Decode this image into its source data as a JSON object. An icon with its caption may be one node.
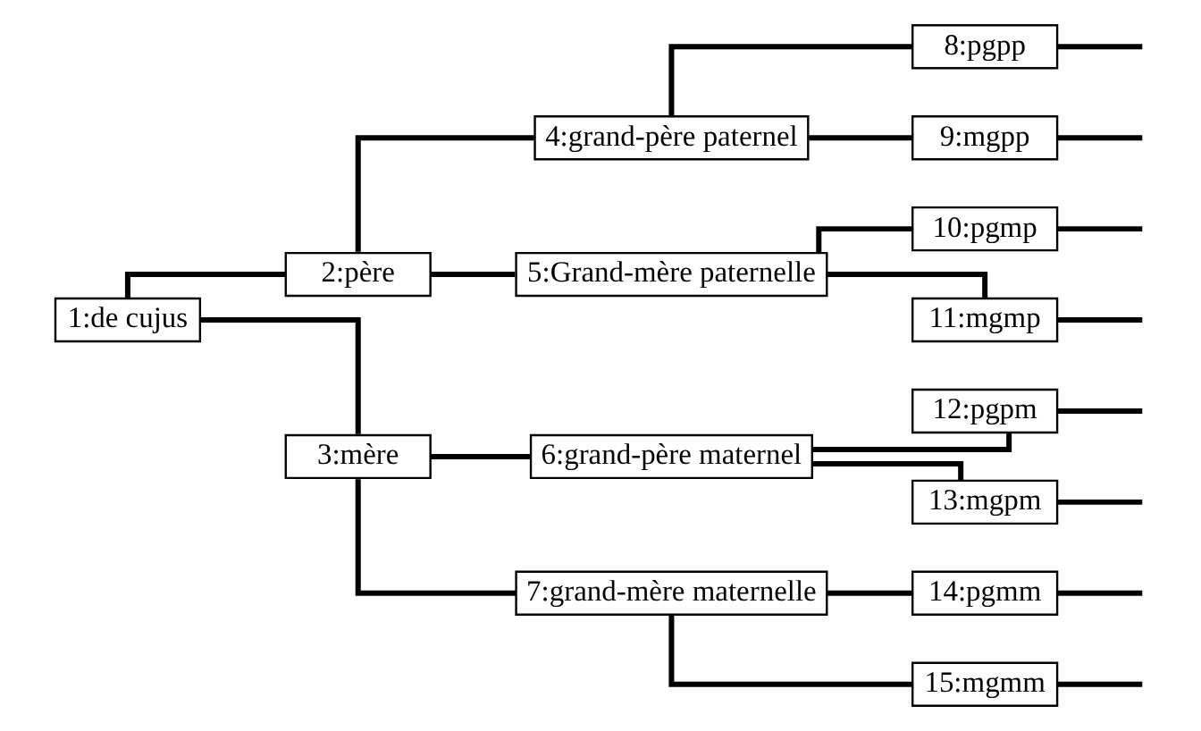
{
  "diagram": {
    "nodes": [
      {
        "text": [
          "1:de cujus"
        ]
      },
      {
        "text": [
          "2:père"
        ]
      },
      {
        "text": [
          "3:mère"
        ]
      },
      {
        "text": [
          "4:grand-père paternel"
        ]
      },
      {
        "text": [
          "5:Grand-mère paternelle"
        ]
      },
      {
        "text": [
          "6:grand-père maternel"
        ]
      },
      {
        "text": [
          "7:grand-mère maternelle"
        ]
      },
      {
        "text": [
          "8:pgpp"
        ]
      },
      {
        "text": [
          "9:mgpp"
        ]
      },
      {
        "text": [
          "10:pgmp"
        ]
      },
      {
        "text": [
          "11:mgmp"
        ]
      },
      {
        "text": [
          "12:pgpm"
        ]
      },
      {
        "text": [
          "13:mgpm"
        ]
      },
      {
        "text": [
          "14:pgmm"
        ]
      },
      {
        "text": [
          "15:mgmm"
        ]
      }
    ],
    "edges": [
      {
        "from": 0,
        "to": 1,
        "arrow": "none"
      },
      {
        "from": 0,
        "to": 2,
        "arrow": "none"
      },
      {
        "from": 1,
        "to": 3,
        "arrow": "none"
      },
      {
        "from": 1,
        "to": 4,
        "arrow": "none"
      },
      {
        "from": 2,
        "to": 5,
        "arrow": "none"
      },
      {
        "from": 2,
        "to": 6,
        "arrow": "none"
      },
      {
        "from": 3,
        "to": 7,
        "arrow": "none"
      },
      {
        "from": 3,
        "to": 8,
        "arrow": "none"
      },
      {
        "from": 4,
        "to": 9,
        "arrow": "none"
      },
      {
        "from": 4,
        "to": 10,
        "arrow": "none"
      },
      {
        "from": 5,
        "to": 11,
        "arrow": "none"
      },
      {
        "from": 5,
        "to": 12,
        "arrow": "none"
      },
      {
        "from": 6,
        "to": 13,
        "arrow": "none"
      },
      {
        "from": 6,
        "to": 14,
        "arrow": "none"
      },
      {
        "from": 7,
        "to": null,
        "arrow": "none"
      },
      {
        "from": 8,
        "to": null,
        "arrow": "none"
      },
      {
        "from": 9,
        "to": null,
        "arrow": "none"
      },
      {
        "from": 10,
        "to": null,
        "arrow": "none"
      },
      {
        "from": 11,
        "to": null,
        "arrow": "none"
      },
      {
        "from": 12,
        "to": null,
        "arrow": "none"
      },
      {
        "from": 13,
        "to": null,
        "arrow": "none"
      },
      {
        "from": 14,
        "to": null,
        "arrow": "none"
      }
    ]
  }
}
